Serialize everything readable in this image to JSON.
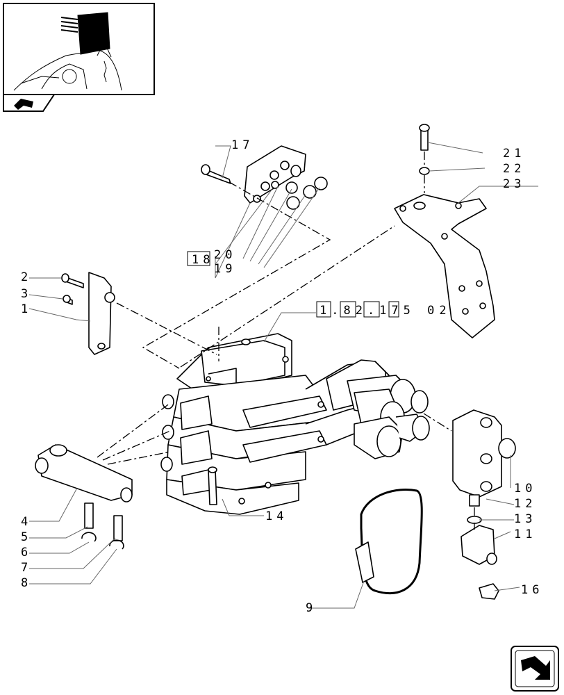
{
  "thumbnail": {
    "label": "tractor hydraulic remote valve location"
  },
  "callouts": {
    "c1": "1",
    "c2": "2",
    "c3": "3",
    "c4": "4",
    "c5": "5",
    "c6": "6",
    "c7": "7",
    "c8": "8",
    "c9": "9",
    "c10": "10",
    "c11": "11",
    "c12": "12",
    "c13": "13",
    "c14": "14",
    "c16": "16",
    "c17": "17",
    "c18": "18",
    "c19": "19",
    "c20": "20",
    "c21": "21",
    "c22": "22",
    "c23": "23"
  },
  "reference": {
    "text": "1.82.175 02"
  },
  "icons": {
    "corner_icon": "book-arrow-icon",
    "nav_icon": "next-page-arrow-icon"
  }
}
